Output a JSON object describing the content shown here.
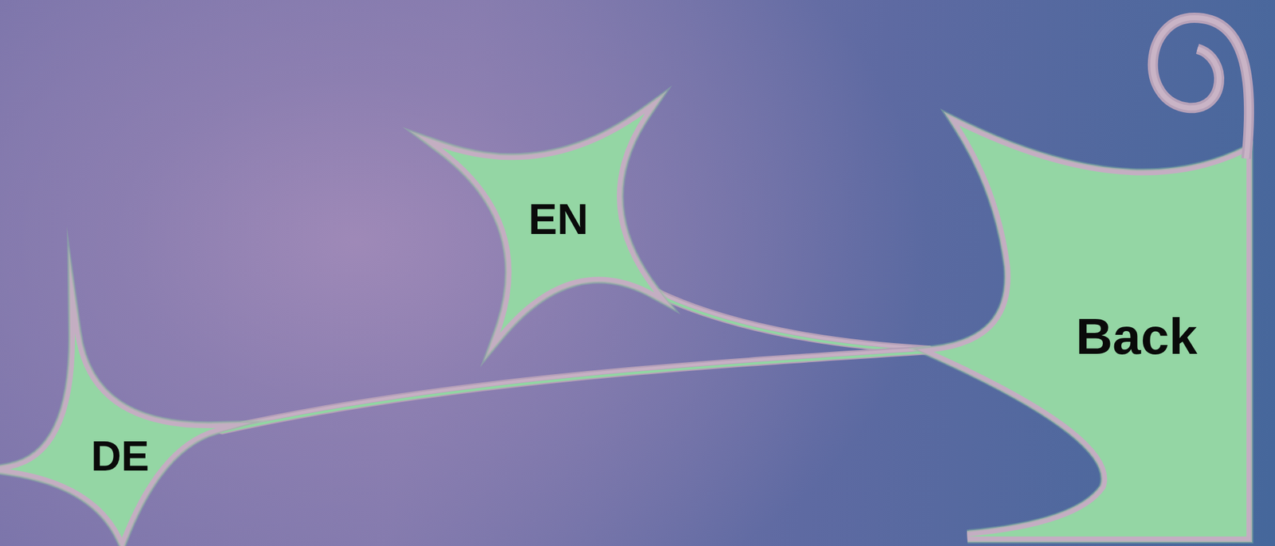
{
  "diagram": {
    "nodes": [
      {
        "text": [
          "EN"
        ]
      },
      {
        "text": [
          "Back"
        ]
      },
      {
        "text": [
          "DE"
        ]
      }
    ],
    "edges": [
      {
        "from": 1,
        "to": 0,
        "arrow": "none"
      },
      {
        "from": 1,
        "to": 2,
        "arrow": "none"
      }
    ]
  }
}
